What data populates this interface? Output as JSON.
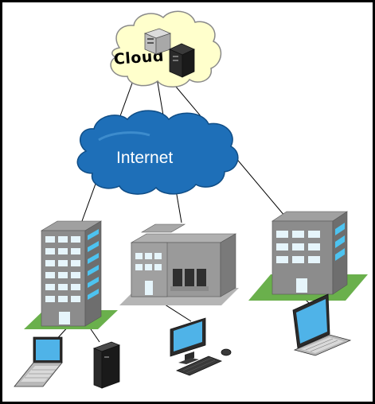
{
  "diagram": {
    "cloud": {
      "label": "Cloud",
      "fill": "#ffffcc"
    },
    "internet": {
      "label": "Internet",
      "fill": "#1e6fb8"
    },
    "colors": {
      "frame": "#000000",
      "building_face": "#8c8c8c",
      "building_side": "#6e6e6e",
      "window": "#e6f5fb",
      "window_side": "#4dc3f0",
      "lawn": "#6ab04c",
      "device_dark": "#2b2b2b",
      "screen": "#4fb3e8"
    },
    "nodes": [
      {
        "name": "cloud-server-light",
        "icon": "server-icon"
      },
      {
        "name": "cloud-server-dark",
        "icon": "server-icon"
      },
      {
        "name": "office-tower-left",
        "icon": "building-icon"
      },
      {
        "name": "office-complex-center",
        "icon": "building-icon"
      },
      {
        "name": "office-tower-right",
        "icon": "building-icon"
      },
      {
        "name": "laptop-left",
        "icon": "laptop-icon"
      },
      {
        "name": "desktop-tower",
        "icon": "desktop-tower-icon"
      },
      {
        "name": "desktop-monitor",
        "icon": "monitor-icon"
      },
      {
        "name": "laptop-right",
        "icon": "laptop-icon"
      }
    ]
  }
}
